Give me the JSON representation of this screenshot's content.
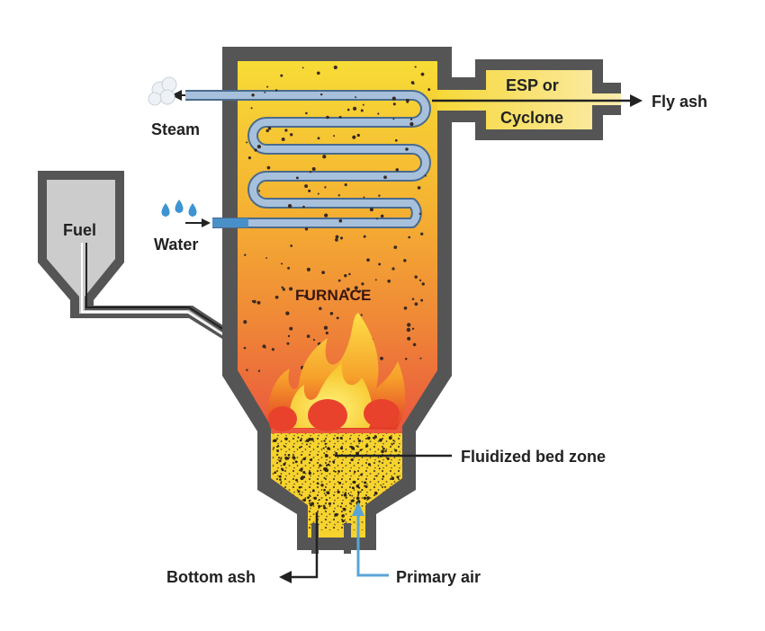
{
  "labels": {
    "steam": "Steam",
    "water": "Water",
    "fuel": "Fuel",
    "furnace": "FURNACE",
    "esp_line1": "ESP or",
    "esp_line2": "Cyclone",
    "fly_ash": "Fly ash",
    "fluidized_bed": "Fluidized bed zone",
    "bottom_ash": "Bottom ash",
    "primary_air": "Primary air"
  },
  "colors": {
    "wall": "#555555",
    "furnace_top": "#f6d330",
    "furnace_mid": "#f08a35",
    "furnace_bottom": "#e8433f",
    "bed": "#f6d32e",
    "tube": "#9ab7d6",
    "air_arrow": "#5aa4d8",
    "water_drop": "#3e94d1"
  }
}
